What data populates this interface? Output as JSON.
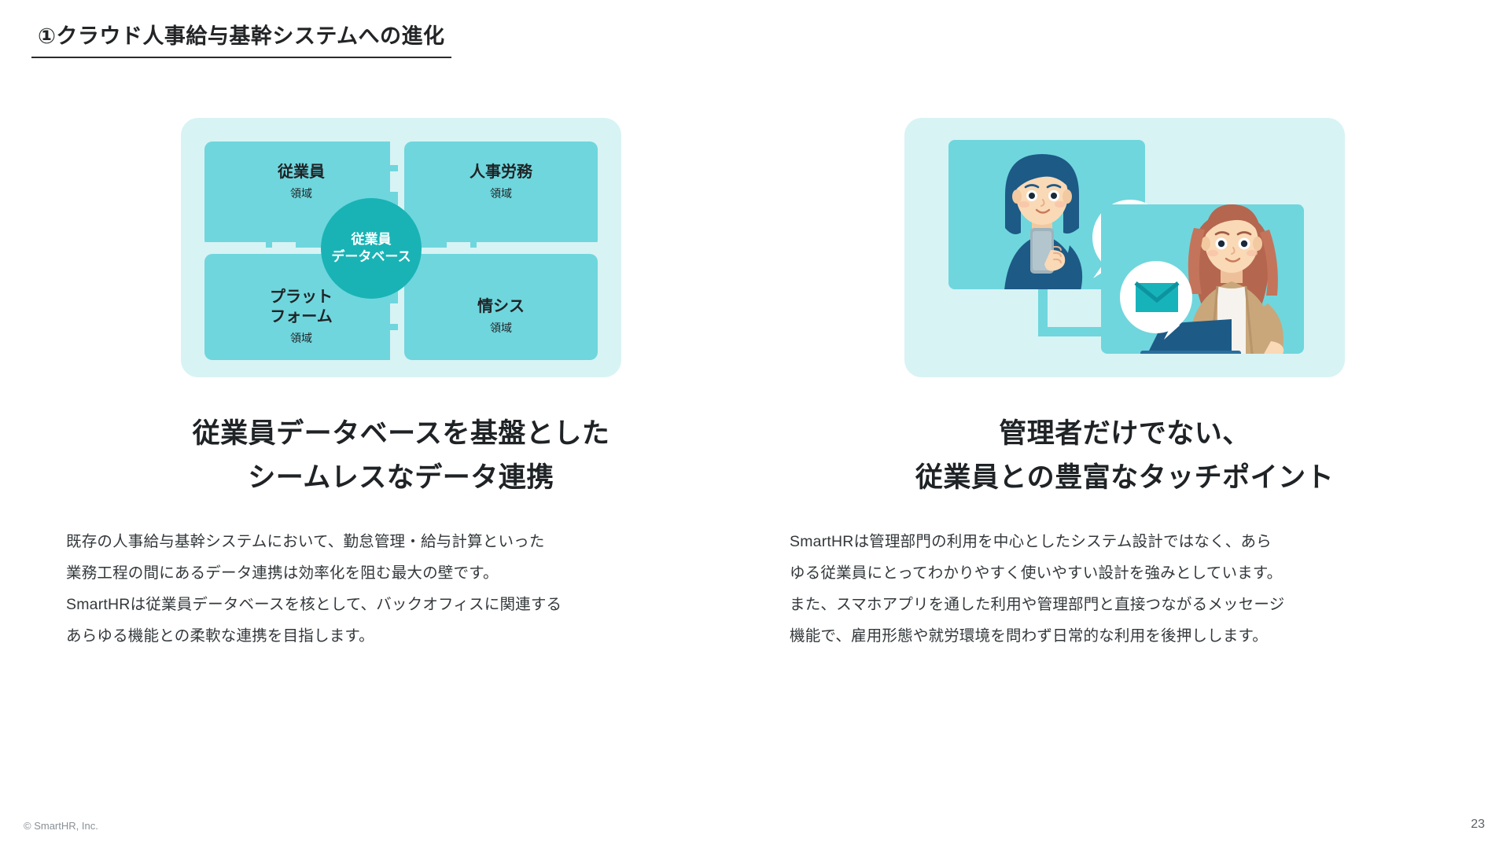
{
  "slide": {
    "title": "①クラウド人事給与基幹システムへの進化",
    "page_number": "23",
    "copyright": "© SmartHR, Inc."
  },
  "colors": {
    "accent_dark": "#19b3b5",
    "accent_mid": "#6fd6dd",
    "accent_light": "#d8f3f4",
    "navy": "#1d5a86",
    "text": "#1f2326",
    "body_text": "#33383b",
    "rule": "#2b2b2b"
  },
  "columns": [
    {
      "figure_type": "diagram",
      "diagram": {
        "hub_label": "従業員\nデータベース",
        "quadrants": [
          {
            "position": "top-left",
            "label": "従業員",
            "sub": "領域"
          },
          {
            "position": "top-right",
            "label": "人事労務",
            "sub": "領域"
          },
          {
            "position": "bottom-left",
            "label": "プラット\nフォーム",
            "sub": "領域"
          },
          {
            "position": "bottom-right",
            "label": "情シス",
            "sub": "領域"
          }
        ]
      },
      "heading": "従業員データベースを基盤とした\nシームレスなデータ連携",
      "body": "既存の人事給与基幹システムにおいて、勤怠管理・給与計算といった\n業務工程の間にあるデータ連携は効率化を阻む最大の壁です。\nSmartHRは従業員データベースを核として、バックオフィスに関連する\nあらゆる機能との柔軟な連携を目指します。"
    },
    {
      "figure_type": "illustration",
      "illustration": {
        "alt": "スマートフォンを持つ従業員とノートパソコンを使う従業員、メッセージ吹き出しのイラスト",
        "elements": [
          "person-with-smartphone",
          "person-with-laptop",
          "message-bubble-envelope",
          "screen-frame"
        ]
      },
      "heading": "管理者だけでない、\n従業員との豊富なタッチポイント",
      "body": "SmartHRは管理部門の利用を中心としたシステム設計ではなく、あら\nゆる従業員にとってわかりやすく使いやすい設計を強みとしています。\nまた、スマホアプリを通した利用や管理部門と直接つながるメッセージ\n機能で、雇用形態や就労環境を問わず日常的な利用を後押しします。"
    }
  ]
}
